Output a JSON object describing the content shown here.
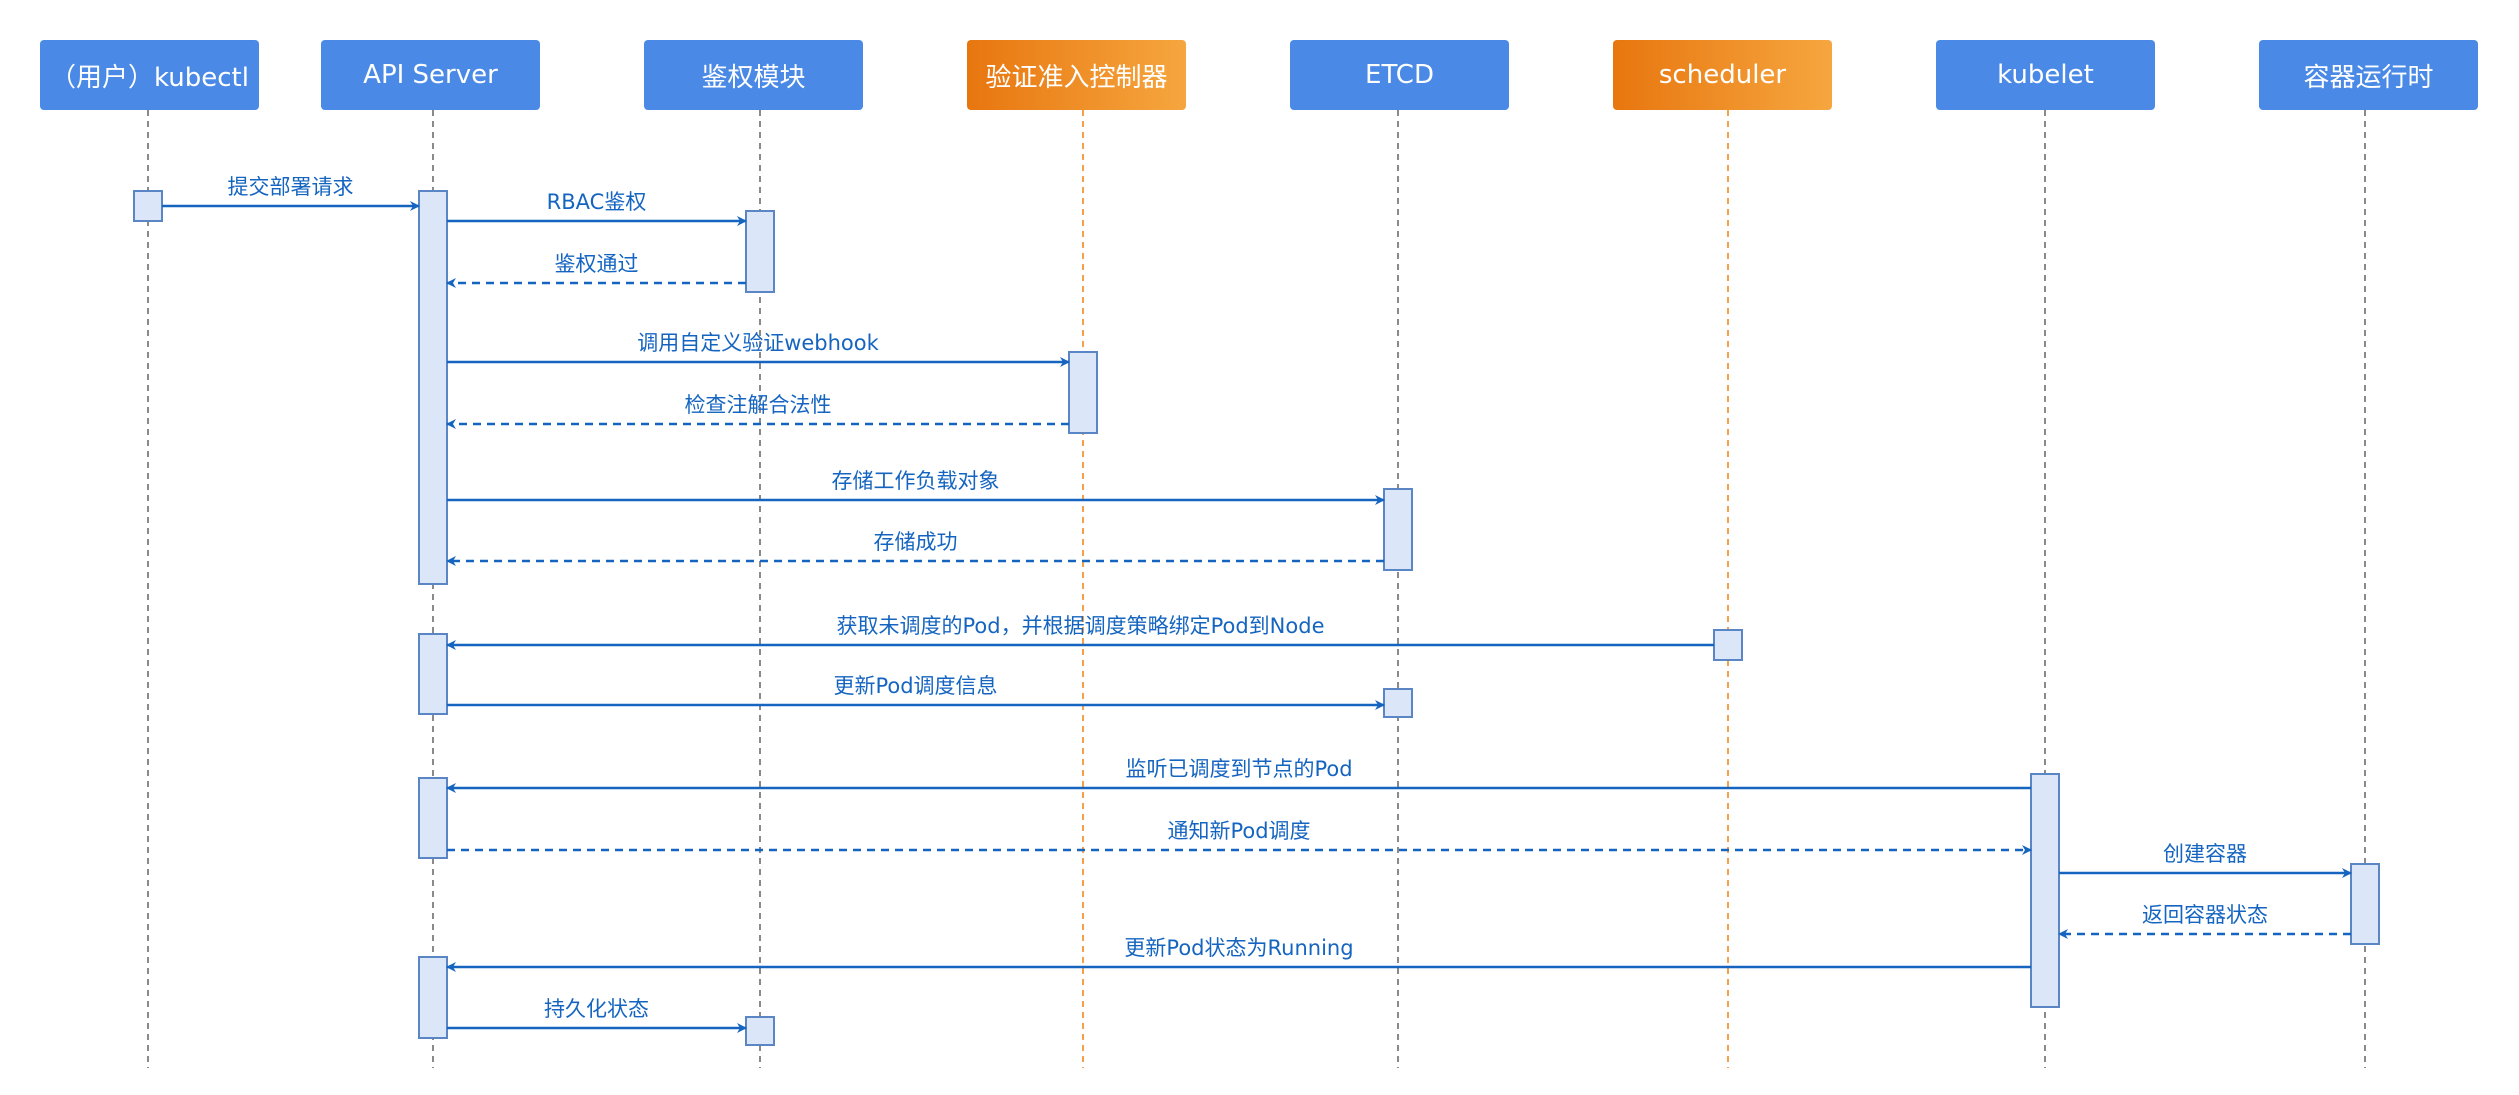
{
  "colors": {
    "actor_blue": "#4a8ae6",
    "actor_orange_start": "#e8760f",
    "actor_orange_end": "#f6a63f",
    "message": "#1565c0",
    "lifeline_gray": "#8a8a8a",
    "lifeline_orange": "#f5a04a",
    "activation_fill": "#dbe7f8",
    "activation_stroke": "#5a86c5"
  },
  "actors": [
    {
      "id": "kubectl",
      "label": "（用户）kubectl",
      "style": "blue"
    },
    {
      "id": "apiserver",
      "label": "API Server",
      "style": "blue"
    },
    {
      "id": "auth",
      "label": "鉴权模块",
      "style": "blue"
    },
    {
      "id": "admission",
      "label": "验证准入控制器",
      "style": "orange"
    },
    {
      "id": "etcd",
      "label": "ETCD",
      "style": "blue"
    },
    {
      "id": "scheduler",
      "label": "scheduler",
      "style": "orange"
    },
    {
      "id": "kubelet",
      "label": "kubelet",
      "style": "blue"
    },
    {
      "id": "runtime",
      "label": "容器运行时",
      "style": "blue"
    }
  ],
  "messages": [
    {
      "from": "kubectl",
      "to": "apiserver",
      "label": "提交部署请求",
      "kind": "sync"
    },
    {
      "from": "apiserver",
      "to": "auth",
      "label": "RBAC鉴权",
      "kind": "sync"
    },
    {
      "from": "auth",
      "to": "apiserver",
      "label": "鉴权通过",
      "kind": "reply"
    },
    {
      "from": "apiserver",
      "to": "admission",
      "label": "调用自定义验证webhook",
      "kind": "sync"
    },
    {
      "from": "admission",
      "to": "apiserver",
      "label": "检查注解合法性",
      "kind": "reply"
    },
    {
      "from": "apiserver",
      "to": "etcd",
      "label": "存储工作负载对象",
      "kind": "sync"
    },
    {
      "from": "etcd",
      "to": "apiserver",
      "label": "存储成功",
      "kind": "reply"
    },
    {
      "from": "scheduler",
      "to": "apiserver",
      "label": "获取未调度的Pod，并根据调度策略绑定Pod到Node",
      "kind": "sync"
    },
    {
      "from": "apiserver",
      "to": "etcd",
      "label": "更新Pod调度信息",
      "kind": "sync"
    },
    {
      "from": "kubelet",
      "to": "apiserver",
      "label": "监听已调度到节点的Pod",
      "kind": "sync"
    },
    {
      "from": "apiserver",
      "to": "kubelet",
      "label": "通知新Pod调度",
      "kind": "reply"
    },
    {
      "from": "kubelet",
      "to": "runtime",
      "label": "创建容器",
      "kind": "sync"
    },
    {
      "from": "runtime",
      "to": "kubelet",
      "label": "返回容器状态",
      "kind": "reply"
    },
    {
      "from": "kubelet",
      "to": "apiserver",
      "label": "更新Pod状态为Running",
      "kind": "sync"
    },
    {
      "from": "apiserver",
      "to": "auth",
      "label": "持久化状态",
      "kind": "sync"
    }
  ]
}
